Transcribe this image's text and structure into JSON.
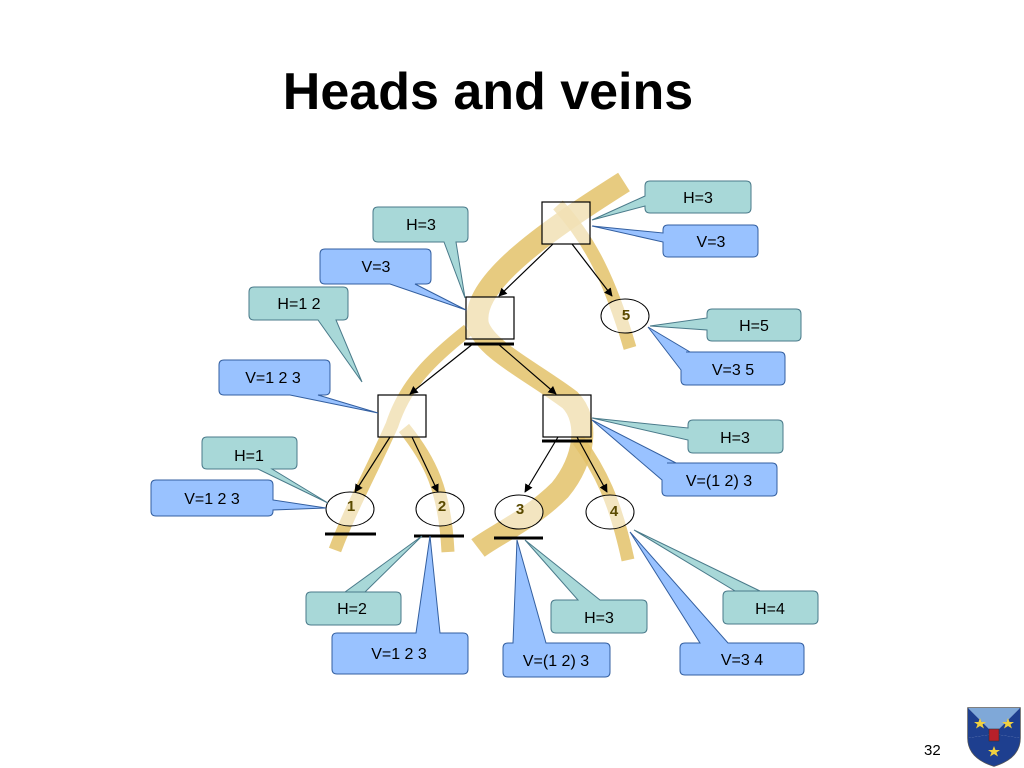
{
  "slide": {
    "title": "Heads and veins",
    "page_number": "32"
  },
  "colors": {
    "head_fill": "#a8d8d8",
    "vein_fill": "#99c2ff",
    "highlight": "#e3c26a"
  },
  "tree": {
    "internal_nodes": [
      {
        "id": "root"
      },
      {
        "id": "n1"
      },
      {
        "id": "n2"
      },
      {
        "id": "n3"
      }
    ],
    "leaves": [
      {
        "id": "leaf-1",
        "label": "1"
      },
      {
        "id": "leaf-2",
        "label": "2"
      },
      {
        "id": "leaf-3",
        "label": "3"
      },
      {
        "id": "leaf-4",
        "label": "4"
      },
      {
        "id": "leaf-5",
        "label": "5"
      }
    ]
  },
  "callouts": [
    {
      "id": "root-head",
      "kind": "head",
      "text": "H=3"
    },
    {
      "id": "root-vein",
      "kind": "vein",
      "text": "V=3"
    },
    {
      "id": "n1-head",
      "kind": "head",
      "text": "H=3"
    },
    {
      "id": "n1-vein",
      "kind": "vein",
      "text": "V=3"
    },
    {
      "id": "n2-head",
      "kind": "head",
      "text": "H=1 2"
    },
    {
      "id": "n2-vein",
      "kind": "vein",
      "text": "V=1 2 3"
    },
    {
      "id": "leaf5-head",
      "kind": "head",
      "text": "H=5"
    },
    {
      "id": "leaf5-vein",
      "kind": "vein",
      "text": "V=3 5"
    },
    {
      "id": "n3-head",
      "kind": "head",
      "text": "H=3"
    },
    {
      "id": "n3-vein",
      "kind": "vein",
      "text": "V=(1 2) 3"
    },
    {
      "id": "leaf1-head",
      "kind": "head",
      "text": "H=1"
    },
    {
      "id": "leaf1-vein",
      "kind": "vein",
      "text": "V=1 2 3"
    },
    {
      "id": "leaf2-head",
      "kind": "head",
      "text": "H=2"
    },
    {
      "id": "leaf2-vein",
      "kind": "vein",
      "text": "V=1 2 3"
    },
    {
      "id": "leaf3-head",
      "kind": "head",
      "text": "H=3"
    },
    {
      "id": "leaf3-vein",
      "kind": "vein",
      "text": "V=(1 2) 3"
    },
    {
      "id": "leaf4-head",
      "kind": "head",
      "text": "H=4"
    },
    {
      "id": "leaf4-vein",
      "kind": "vein",
      "text": "V=3 4"
    }
  ]
}
